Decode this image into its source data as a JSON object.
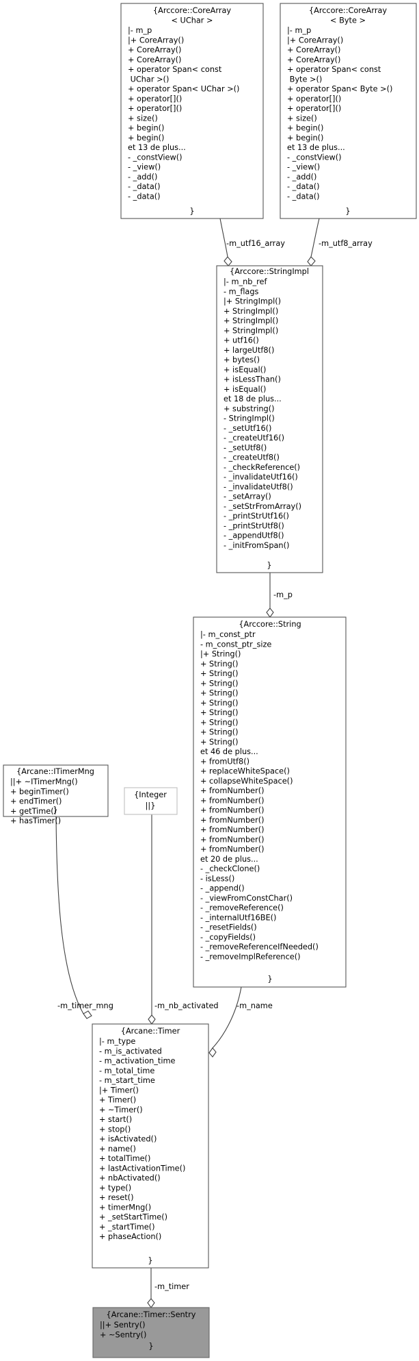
{
  "nodes": {
    "core_uchar": {
      "title": [
        "{Arccore::CoreArray",
        "< UChar >"
      ],
      "lines": [
        "|- m_p",
        "|+ CoreArray()",
        "+ CoreArray()",
        "+ CoreArray()",
        "+ operator Span< const",
        " UChar >()",
        "+ operator Span< UChar >()",
        "+ operator[]()",
        "+ operator[]()",
        "+ size()",
        "+ begin()",
        "+ begin()",
        "et 13 de plus...",
        "- _constView()",
        "- _view()",
        "- _add()",
        "- _data()",
        "- _data()"
      ],
      "close": "}"
    },
    "core_byte": {
      "title": [
        "{Arccore::CoreArray",
        "< Byte >"
      ],
      "lines": [
        "|- m_p",
        "|+ CoreArray()",
        "+ CoreArray()",
        "+ CoreArray()",
        "+ operator Span< const",
        " Byte >()",
        "+ operator Span< Byte >()",
        "+ operator[]()",
        "+ operator[]()",
        "+ size()",
        "+ begin()",
        "+ begin()",
        "et 13 de plus...",
        "- _constView()",
        "- _view()",
        "- _add()",
        "- _data()",
        "- _data()"
      ],
      "close": "}"
    },
    "string_impl": {
      "title": [
        "{Arccore::StringImpl"
      ],
      "lines": [
        "|- m_nb_ref",
        "- m_flags",
        "|+ StringImpl()",
        "+ StringImpl()",
        "+ StringImpl()",
        "+ StringImpl()",
        "+ utf16()",
        "+ largeUtf8()",
        "+ bytes()",
        "+ isEqual()",
        "+ isLessThan()",
        "+ isEqual()",
        "et 18 de plus...",
        "+ substring()",
        "- StringImpl()",
        "- _setUtf16()",
        "- _createUtf16()",
        "- _setUtf8()",
        "- _createUtf8()",
        "- _checkReference()",
        "- _invalidateUtf16()",
        "- _invalidateUtf8()",
        "- _setArray()",
        "- _setStrFromArray()",
        "- _printStrUtf16()",
        "- _printStrUtf8()",
        "- _appendUtf8()",
        "- _initFromSpan()"
      ],
      "close": "}"
    },
    "string": {
      "title": [
        "{Arccore::String"
      ],
      "lines": [
        "|- m_const_ptr",
        "- m_const_ptr_size",
        "|+ String()",
        "+ String()",
        "+ String()",
        "+ String()",
        "+ String()",
        "+ String()",
        "+ String()",
        "+ String()",
        "+ String()",
        "+ String()",
        "et 46 de plus...",
        "+ fromUtf8()",
        "+ replaceWhiteSpace()",
        "+ collapseWhiteSpace()",
        "+ fromNumber()",
        "+ fromNumber()",
        "+ fromNumber()",
        "+ fromNumber()",
        "+ fromNumber()",
        "+ fromNumber()",
        "+ fromNumber()",
        "et 20 de plus...",
        "- _checkClone()",
        "- isLess()",
        "- _append()",
        "- _viewFromConstChar()",
        "- _removeReference()",
        "- _internalUtf16BE()",
        "- _resetFields()",
        "- _copyFields()",
        "- _removeReferenceIfNeeded()",
        "- _removeImplReference()"
      ],
      "close": "}"
    },
    "itimer_mng": {
      "title": [
        "{Arcane::ITimerMng"
      ],
      "lines": [
        "||+ ~ITimerMng()",
        "+ beginTimer()",
        "+ endTimer()",
        "+ getTime()",
        "+ hasTimer()"
      ],
      "close": "}"
    },
    "integer": {
      "title": [
        "{Integer"
      ],
      "lines": [
        "||}"
      ],
      "close": ""
    },
    "timer": {
      "title": [
        "{Arcane::Timer"
      ],
      "lines": [
        "|- m_type",
        "- m_is_activated",
        "- m_activation_time",
        "- m_total_time",
        "- m_start_time",
        "|+ Timer()",
        "+ Timer()",
        "+ ~Timer()",
        "+ start()",
        "+ stop()",
        "+ isActivated()",
        "+ name()",
        "+ totalTime()",
        "+ lastActivationTime()",
        "+ nbActivated()",
        "+ type()",
        "+ reset()",
        "+ timerMng()",
        "+ _setStartTime()",
        "+ _startTime()",
        "+ phaseAction()"
      ],
      "close": "}"
    },
    "sentry": {
      "title": [
        "{Arcane::Timer::Sentry"
      ],
      "lines": [
        "||+ Sentry()",
        "+ ~Sentry()"
      ],
      "close": "}"
    }
  },
  "edges": {
    "utf16": "-m_utf16_array",
    "utf8": "-m_utf8_array",
    "p": "-m_p",
    "timer_mng": "-m_timer_mng",
    "nb_activated": "-m_nb_activated",
    "name": "-m_name",
    "timer": "-m_timer"
  }
}
